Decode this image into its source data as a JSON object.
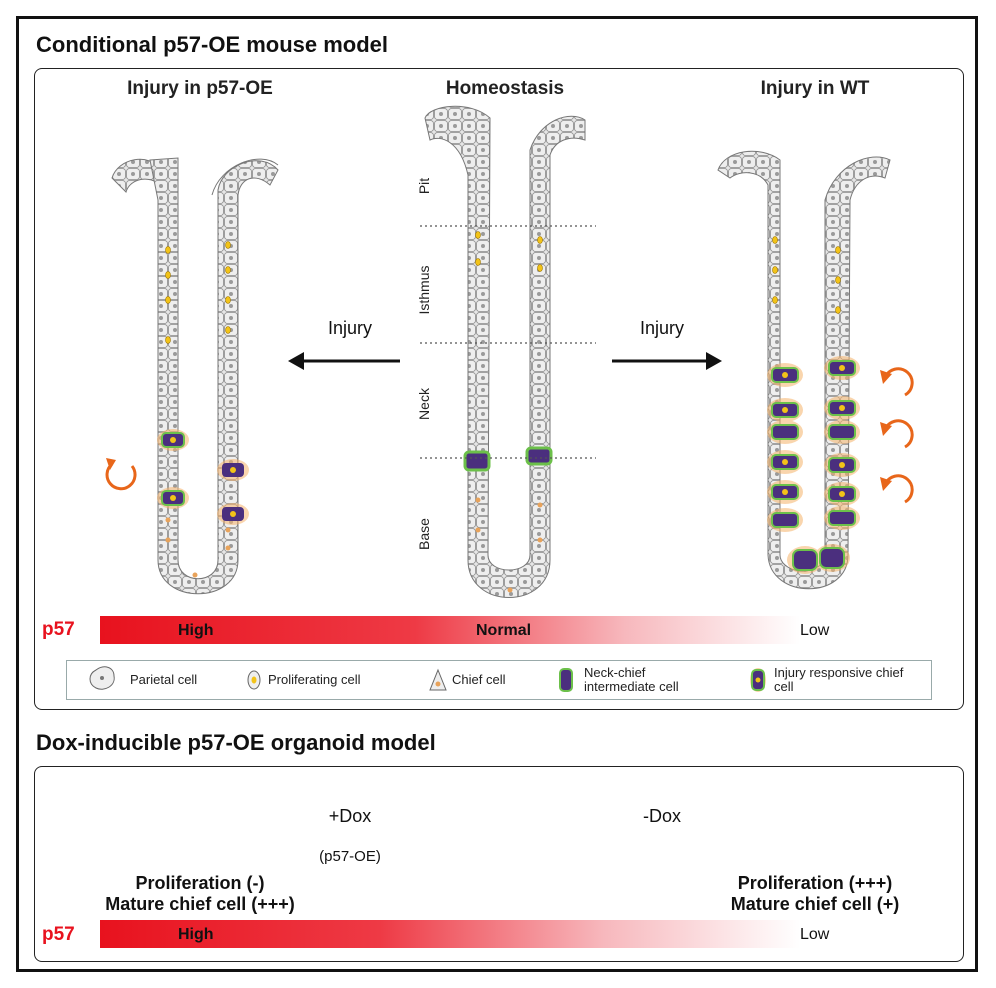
{
  "top": {
    "title": "Conditional p57-OE mouse model",
    "left_heading": "Injury in p57-OE",
    "center_heading": "Homeostasis",
    "right_heading": "Injury in WT",
    "left_arrow_label": "Injury",
    "right_arrow_label": "Injury",
    "zones": [
      "Pit",
      "Isthmus",
      "Neck",
      "Base"
    ],
    "gradient": {
      "marker": "p57",
      "high": "High",
      "normal": "Normal",
      "low": "Low"
    }
  },
  "legend": [
    {
      "icon": "parietal-cell-icon",
      "label": "Parietal cell"
    },
    {
      "icon": "proliferating-cell-icon",
      "label": "Proliferating cell"
    },
    {
      "icon": "chief-cell-icon",
      "label": "Chief cell"
    },
    {
      "icon": "neck-chief-intermediate-cell-icon",
      "label": "Neck-chief intermediate cell"
    },
    {
      "icon": "injury-responsive-chief-cell-icon",
      "label": "Injury responsive chief cell"
    }
  ],
  "bottom": {
    "title": "Dox-inducible p57-OE organoid model",
    "left_arrow_label": "+Dox",
    "left_arrow_sublabel": "(p57-OE)",
    "right_arrow_label": "-Dox",
    "left_caption_1": "Proliferation (-)",
    "left_caption_2": "Mature chief cell (+++)",
    "right_caption_1": "Proliferation (+++)",
    "right_caption_2": "Mature chief cell (+)",
    "gradient": {
      "marker": "p57",
      "high": "High",
      "low": "Low"
    }
  },
  "colors": {
    "p57_red": "#e8121e",
    "cell_gray": "#d9d9d9",
    "prolif_yellow": "#f2c318",
    "neck_green": "#6cc04a",
    "injury_purple": "#4b2f7e",
    "halo_orange": "#f5b36b",
    "cycle_orange": "#e8661a"
  }
}
